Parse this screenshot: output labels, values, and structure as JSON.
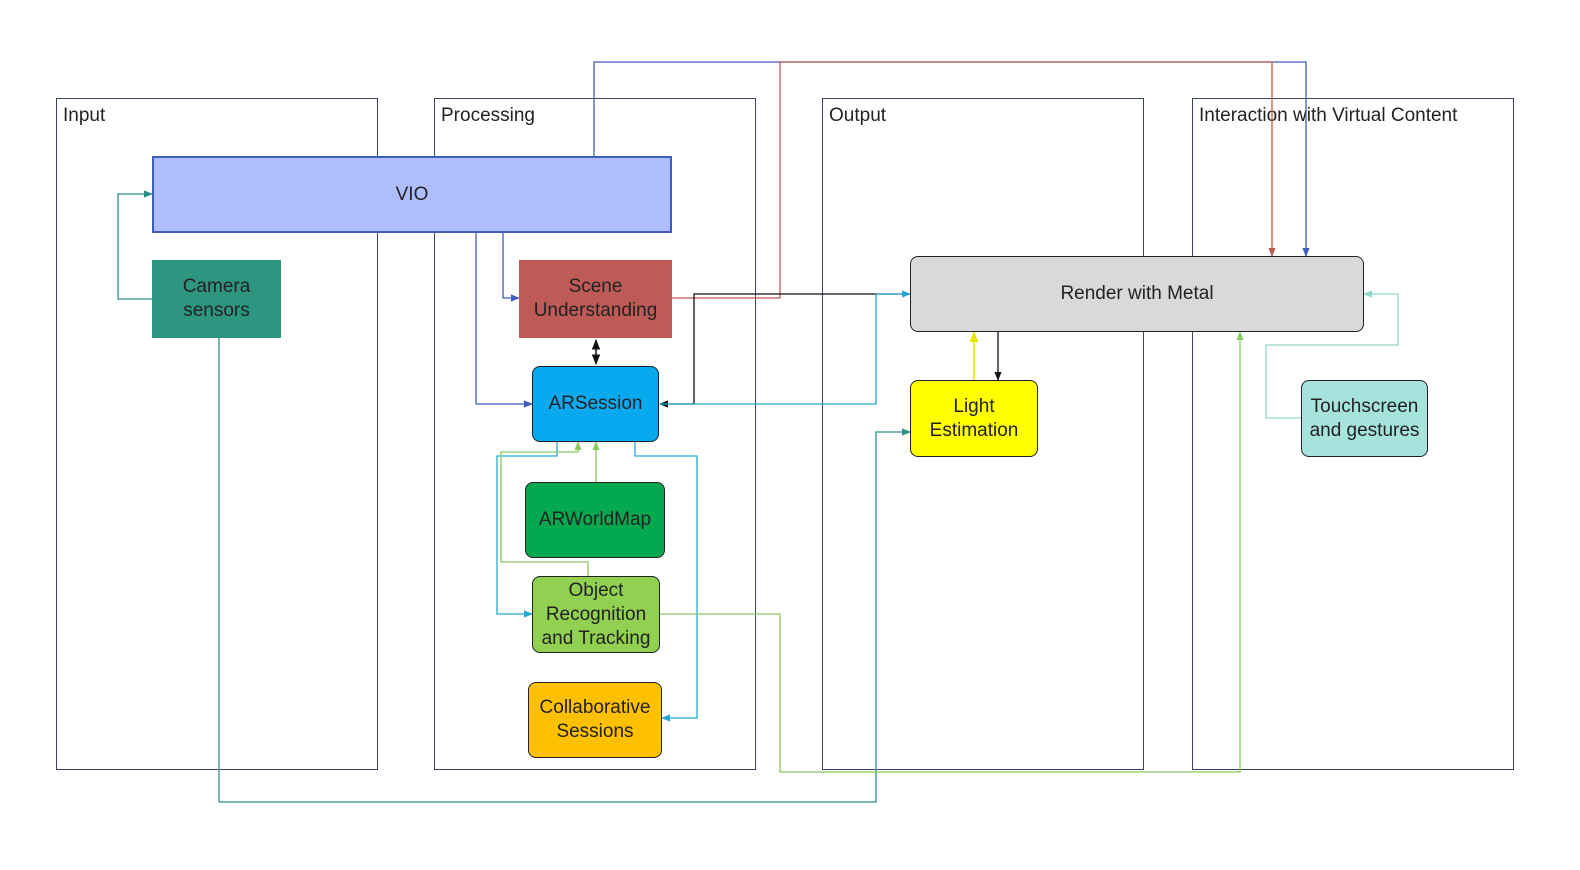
{
  "lanes": {
    "input": "Input",
    "processing": "Processing",
    "output": "Output",
    "interaction": "Interaction with Virtual Content"
  },
  "nodes": {
    "vio": "VIO",
    "camera_sensors": "Camera\nsensors",
    "scene_understanding": "Scene\nUnderstanding",
    "arsession": "ARSession",
    "arworldmap": "ARWorldMap",
    "object_recognition": "Object\nRecognition\nand Tracking",
    "collaborative_sessions": "Collaborative\nSessions",
    "render_with_metal": "Render with Metal",
    "light_estimation": "Light\nEstimation",
    "touchscreen": "Touchscreen\nand gestures"
  },
  "colors": {
    "vio_fill": "#aebdfd",
    "vio_border": "#3f5dbf",
    "camera_fill": "#2e9580",
    "scene_fill": "#bf5b56",
    "arsession_fill": "#09a9f0",
    "arworldmap_fill": "#04a84e",
    "object_fill": "#91d050",
    "collab_fill": "#ffc000",
    "render_fill": "#d9d9d9",
    "light_fill": "#ffff00",
    "touch_fill": "#a7e3dd",
    "edge_blue": "#3f5dbf",
    "edge_red": "#bf5b56",
    "edge_black": "#111111",
    "edge_teal": "#2e8f8a",
    "edge_cyan": "#27a6d6",
    "edge_green": "#8cc860",
    "edge_yellow": "#f2f20e",
    "edge_mint": "#9fe0d6"
  }
}
